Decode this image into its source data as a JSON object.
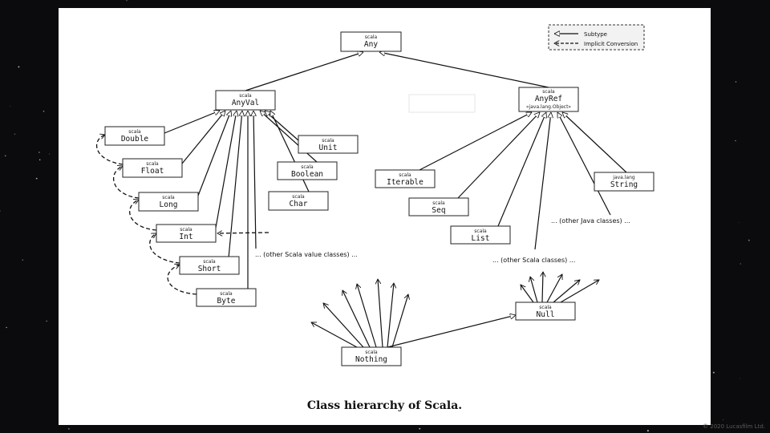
{
  "caption": "Class hierarchy of Scala.",
  "copyright": "© 2020 Lucasfilm Ltd.",
  "legend": {
    "subtype": "Subtype",
    "implicit": "Implicit Conversion"
  },
  "nodes": {
    "any": {
      "pkg": "scala",
      "name": "Any"
    },
    "anyval": {
      "pkg": "scala",
      "name": "AnyVal"
    },
    "anyref": {
      "pkg": "scala",
      "name": "AnyRef",
      "sub": "«java.lang.Object»"
    },
    "double": {
      "pkg": "scala",
      "name": "Double"
    },
    "float": {
      "pkg": "scala",
      "name": "Float"
    },
    "long": {
      "pkg": "scala",
      "name": "Long"
    },
    "int": {
      "pkg": "scala",
      "name": "Int"
    },
    "short": {
      "pkg": "scala",
      "name": "Short"
    },
    "byte": {
      "pkg": "scala",
      "name": "Byte"
    },
    "unit": {
      "pkg": "scala",
      "name": "Unit"
    },
    "boolean": {
      "pkg": "scala",
      "name": "Boolean"
    },
    "char": {
      "pkg": "scala",
      "name": "Char"
    },
    "iterable": {
      "pkg": "scala",
      "name": "Iterable"
    },
    "seq": {
      "pkg": "scala",
      "name": "Seq"
    },
    "list": {
      "pkg": "scala",
      "name": "List"
    },
    "string": {
      "pkg": "java.lang",
      "name": "String"
    },
    "null": {
      "pkg": "scala",
      "name": "Null"
    },
    "nothing": {
      "pkg": "scala",
      "name": "Nothing"
    }
  },
  "notes": {
    "other_value": "... (other Scala value classes) ...",
    "other_java": "... (other Java classes) ...",
    "other_scala": "... (other Scala classes) ..."
  },
  "colors": {
    "background": "#0b0b0d",
    "slide": "#ffffff",
    "ink": "#111111"
  }
}
